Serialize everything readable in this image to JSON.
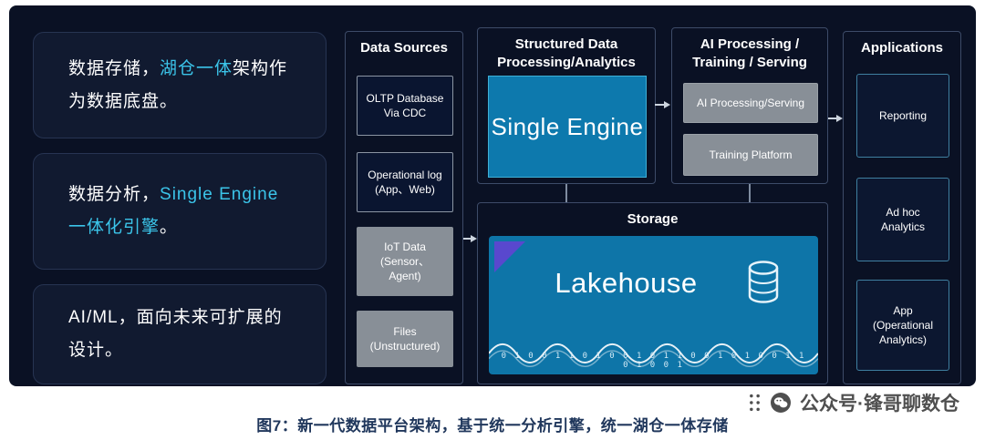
{
  "caption": "图7：新一代数据平台架构，基于统一分析引擎，统一湖仓一体存储",
  "watermark": {
    "text": "公众号·锋哥聊数仓"
  },
  "left_panels": [
    {
      "pre": "数据存储，",
      "highlight": "湖仓一体",
      "post": "架构作为数据底盘。"
    },
    {
      "pre": "数据分析，",
      "highlight": "Single Engine 一体化引擎",
      "post": "。"
    },
    {
      "pre": "AI/ML，面向未来可扩展的设计。",
      "highlight": "",
      "post": ""
    }
  ],
  "data_sources": {
    "title": "Data Sources",
    "items": [
      {
        "label": "OLTP Database\nVia CDC"
      },
      {
        "label": "Operational log\n(App、Web)"
      },
      {
        "label": "IoT Data\n(Sensor、\nAgent)"
      },
      {
        "label": "Files\n(Unstructured)"
      }
    ]
  },
  "structured": {
    "title": "Structured Data\nProcessing/Analytics",
    "engine": "Single Engine"
  },
  "ai_processing": {
    "title": "AI Processing /\nTraining / Serving",
    "items": [
      {
        "label": "AI Processing/Serving"
      },
      {
        "label": "Training Platform"
      }
    ]
  },
  "applications": {
    "title": "Applications",
    "items": [
      {
        "label": "Reporting"
      },
      {
        "label": "Ad hoc\nAnalytics"
      },
      {
        "label": "App\n(Operational\nAnalytics)"
      }
    ]
  },
  "storage": {
    "title": "Storage",
    "label": "Lakehouse",
    "binary_decoration": "0 1 0 0 1 1 0 1 0 0 1 0 1 1 0 0 1 0 1 0 0 1 1 0 1 0 0 1"
  },
  "colors": {
    "background_dark": "#0a1124",
    "accent_cyan": "#3bc4e9",
    "engine_blue": "#0d79ad",
    "lakehouse_blue": "#0e75a8",
    "gray_box": "#888f97",
    "purple_accent": "#5948ce"
  },
  "icons": {
    "watermark_left": "dots-grid-icon",
    "watermark_right": "wechat-icon",
    "storage_right": "database-icon",
    "storage_bottom": "binary-wave-decoration"
  }
}
